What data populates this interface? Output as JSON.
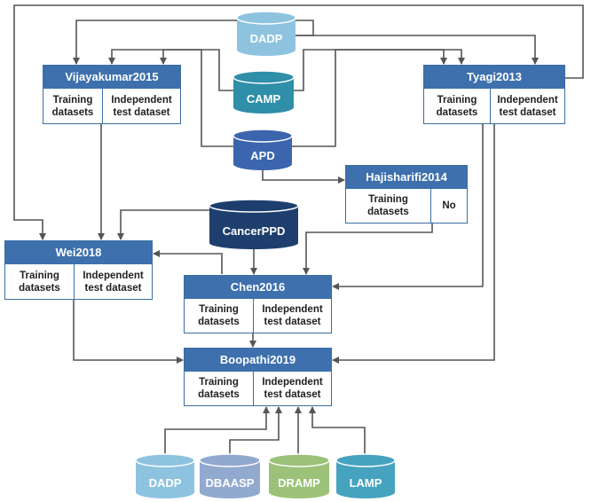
{
  "nodes": {
    "vijayakumar": {
      "title": "Vijayakumar2015",
      "left": "Training datasets",
      "right": "Independent test dataset"
    },
    "tyagi": {
      "title": "Tyagi2013",
      "left": "Training datasets",
      "right": "Independent test dataset"
    },
    "hajisharifi": {
      "title": "Hajisharifi2014",
      "left": "Training datasets",
      "right": "No"
    },
    "wei": {
      "title": "Wei2018",
      "left": "Training datasets",
      "right": "Independent test dataset"
    },
    "chen": {
      "title": "Chen2016",
      "left": "Training datasets",
      "right": "Independent test dataset"
    },
    "boopathi": {
      "title": "Boopathi2019",
      "left": "Training datasets",
      "right": "Independent test dataset"
    }
  },
  "databases": {
    "dadp_top": {
      "label": "DADP",
      "color": "#8ec3e0"
    },
    "camp": {
      "label": "CAMP",
      "color": "#2f8ea8"
    },
    "apd": {
      "label": "APD",
      "color": "#3b66ae"
    },
    "cancerppd": {
      "label": "CancerPPD",
      "color": "#1e3f6e"
    },
    "dadp_bottom": {
      "label": "DADP",
      "color": "#8ec3e0"
    },
    "dbaasp": {
      "label": "DBAASP",
      "color": "#92a9cf"
    },
    "dramp": {
      "label": "DRAMP",
      "color": "#9cc279"
    },
    "lamp": {
      "label": "LAMP",
      "color": "#46a3bf"
    }
  },
  "colors": {
    "box_header": "#3d70ad",
    "box_border": "#3b6ea5",
    "arrow": "#555555"
  }
}
